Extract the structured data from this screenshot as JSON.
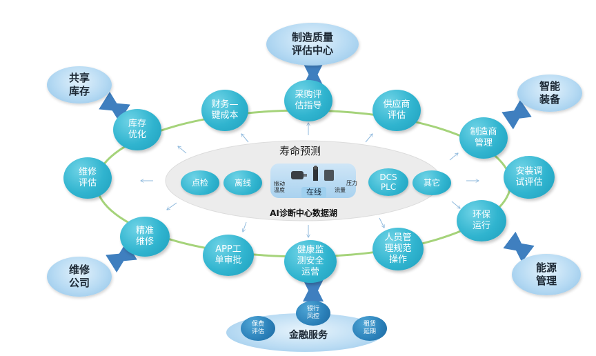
{
  "colors": {
    "node": "#30b4cf",
    "ring": "#9ccc65",
    "external": "#b6daf3",
    "arrow": "#3f7fbf",
    "finance_node": "#2a7fb8"
  },
  "center": {
    "title": "寿命预测",
    "subtitle": "AI诊断中心数据湖",
    "inspection": "点检",
    "offline": "离线",
    "online": "在线",
    "vibration": "振动",
    "temperature": "温度",
    "flow": "流量",
    "pressure": "压力",
    "dcs_plc": "DCS\nPLC",
    "other": "其它"
  },
  "ring_nodes": {
    "procurement": "采购评\n估指导",
    "finance_cost": "财务—\n键成本",
    "supplier": "供应商\n评估",
    "inventory_opt": "库存\n优化",
    "manufacturer": "制造商\n管理",
    "maintenance_eval": "维修\n评估",
    "install_test": "安装调\n试评估",
    "env_ops": "环保\n运行",
    "precision_maint": "精准\n维修",
    "app_approval": "APP工\n单审批",
    "health_monitor": "健康监\n测安全\n运营",
    "personnel": "人员管\n理规范\n操作"
  },
  "external_nodes": {
    "quality_center": "制造质量\n评估中心",
    "shared_inventory": "共享\n库存",
    "smart_equipment": "智能\n装备",
    "repair_company": "维修\n公司",
    "energy_mgmt": "能源\n管理"
  },
  "finance": {
    "label": "金融服务",
    "bank": "银行\n风控",
    "insurance": "保费\n评估",
    "leasing": "租赁\n延期"
  }
}
